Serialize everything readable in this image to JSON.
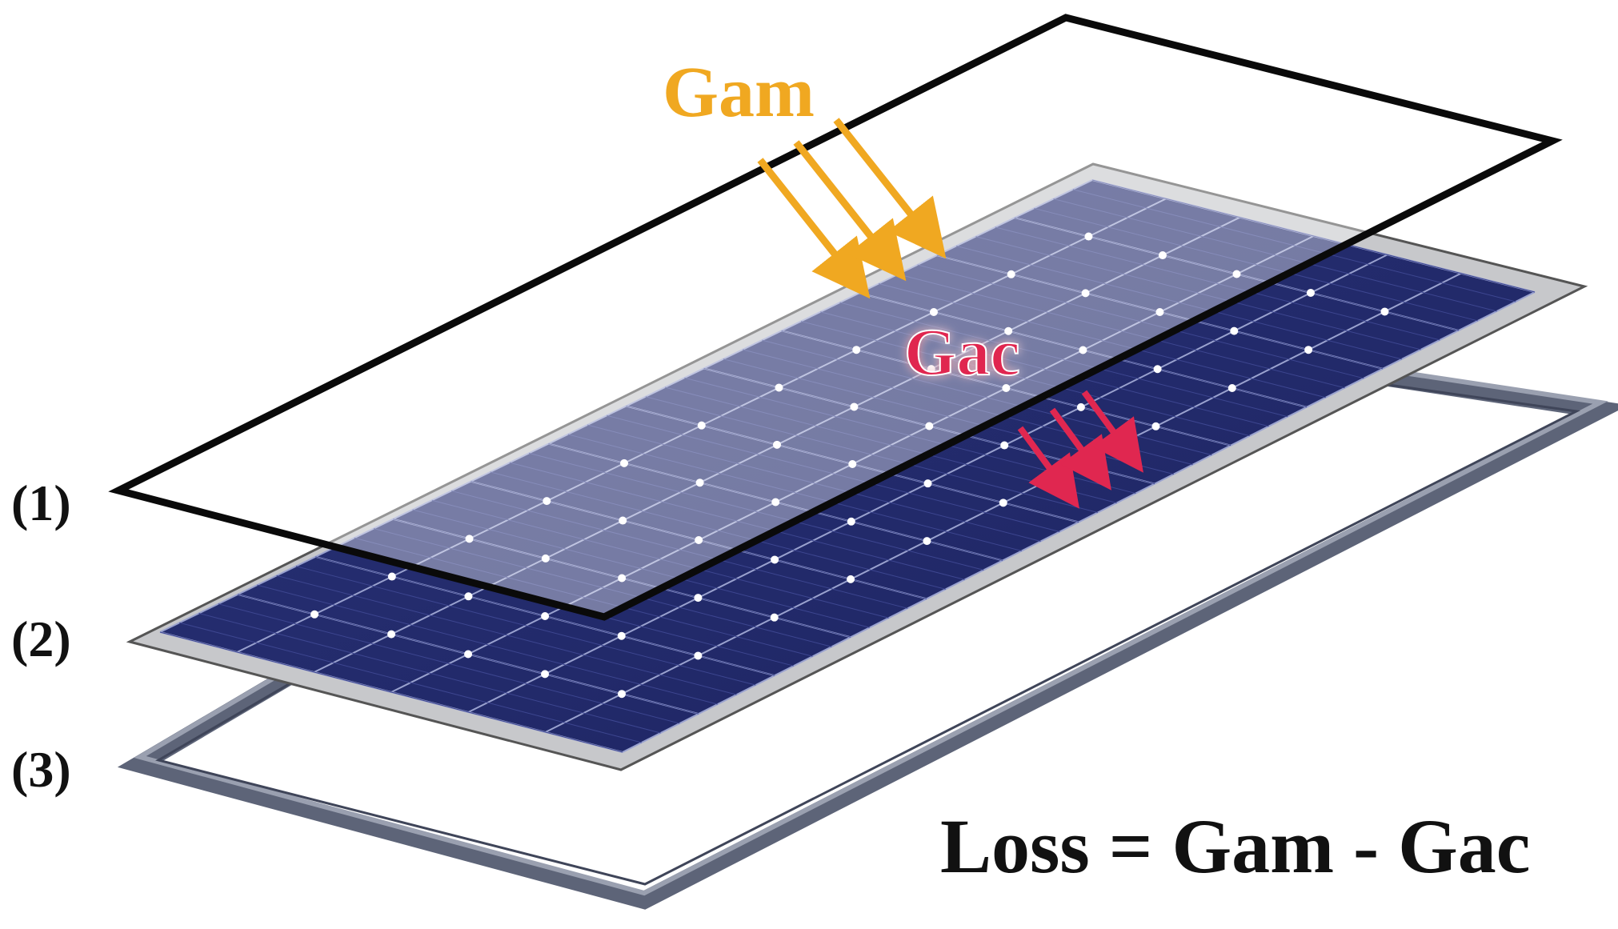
{
  "labels": {
    "glass_layer": "(1)",
    "panel_layer": "(2)",
    "frame_layer": "(3)"
  },
  "flux": {
    "incident": "Gam",
    "absorbed": "Gac"
  },
  "equation": "Loss = Gam - Gac",
  "colors": {
    "incident_arrow": "#f0a821",
    "absorbed_arrow": "#e02750",
    "cell_dark": "#22296c",
    "cell_light": "#7e84ad",
    "frame": "#5d6478",
    "backsheet": "#b8b9bc",
    "glass_outline": "#0a0a0a"
  }
}
